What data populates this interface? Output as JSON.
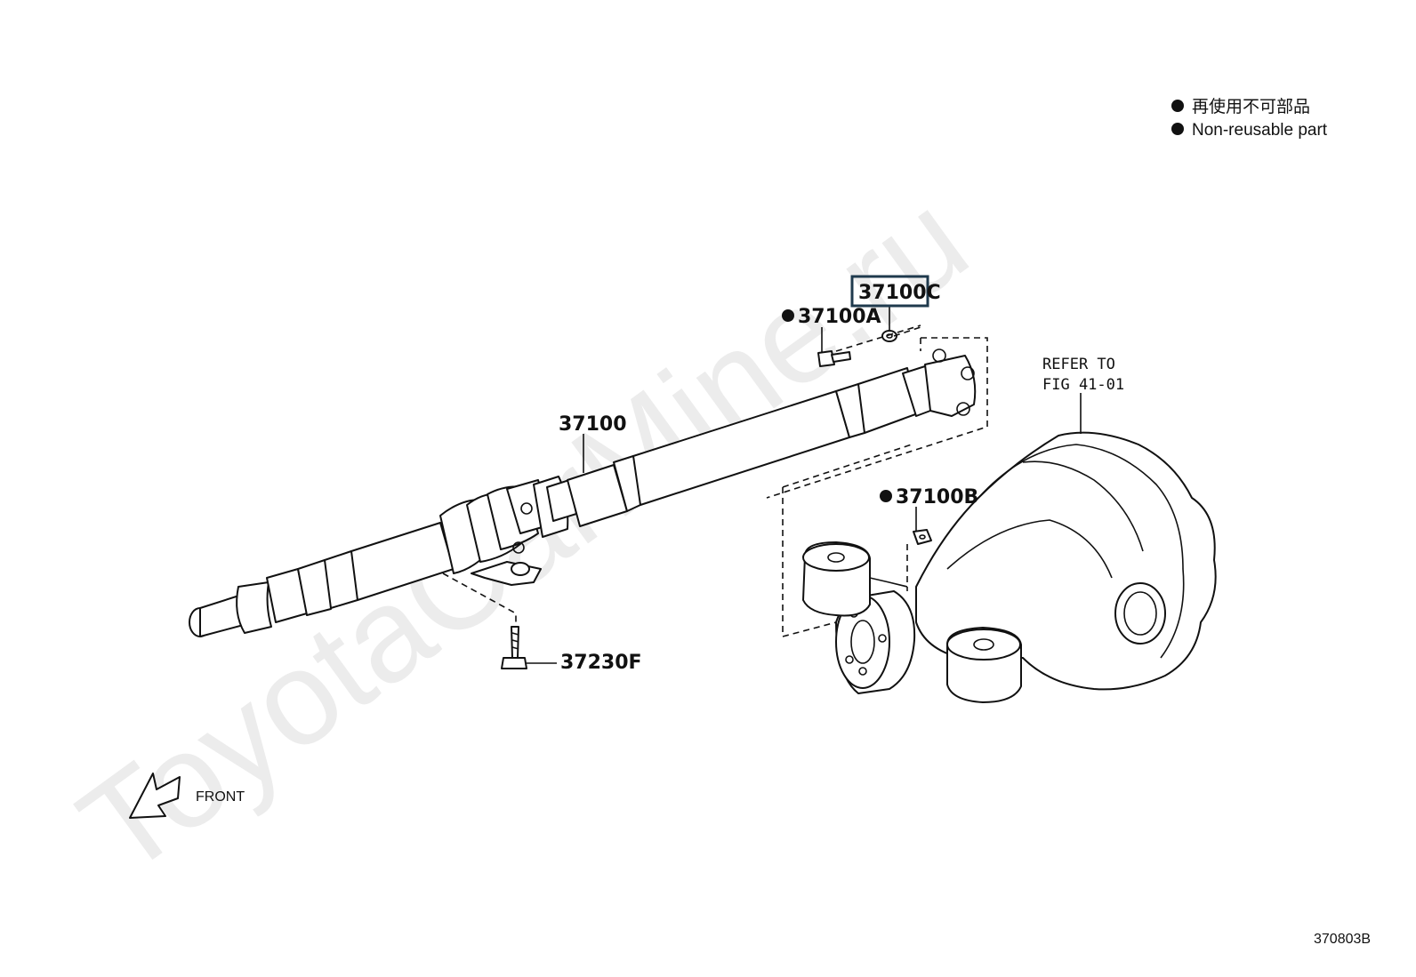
{
  "watermark": "ToyotaCarMine.ru",
  "legend": {
    "line1": "再使用不可部品",
    "line2": "Non-reusable part"
  },
  "labels": {
    "p37100C": "37100C",
    "p37100A": "37100A",
    "p37100": "37100",
    "p37100B": "37100B",
    "p37230F": "37230F",
    "refer1": "REFER TO",
    "refer2": "FIG 41-01",
    "front": "FRONT"
  },
  "figure_code": "370803B",
  "colors": {
    "line": "#111111",
    "highlight_box": "#1f3a4d",
    "watermark": "#ececec"
  }
}
